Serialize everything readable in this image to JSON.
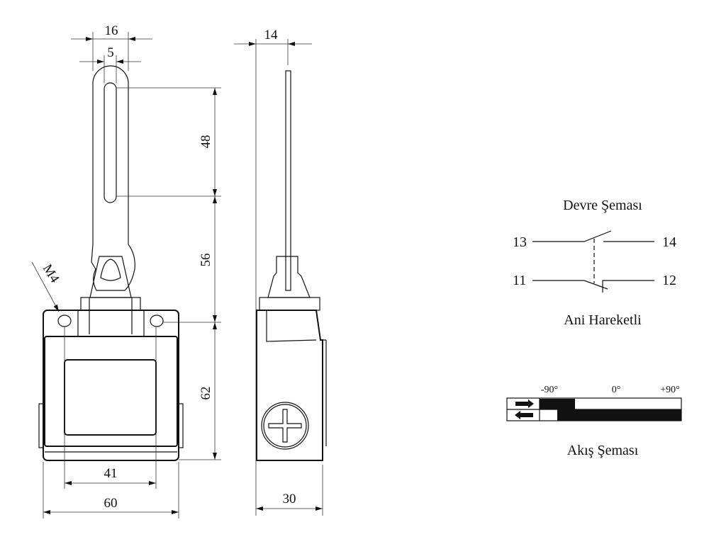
{
  "dimensions": {
    "lever_width": "16",
    "slot_width": "5",
    "slot_length": "48",
    "lever_to_body": "56",
    "body_height": "62",
    "hole_spacing": "41",
    "body_width": "60",
    "lever_offset": "14",
    "body_depth": "30",
    "thread": "M4"
  },
  "circuit": {
    "title": "Devre Şeması",
    "terminals": [
      "13",
      "14",
      "11",
      "12"
    ],
    "subtitle": "Ani Hareketli"
  },
  "flow": {
    "title": "Akış Şeması",
    "angles": [
      "-90°",
      "0°",
      "+90°"
    ],
    "colors": {
      "fill": "#111111",
      "empty": "#ffffff"
    }
  }
}
